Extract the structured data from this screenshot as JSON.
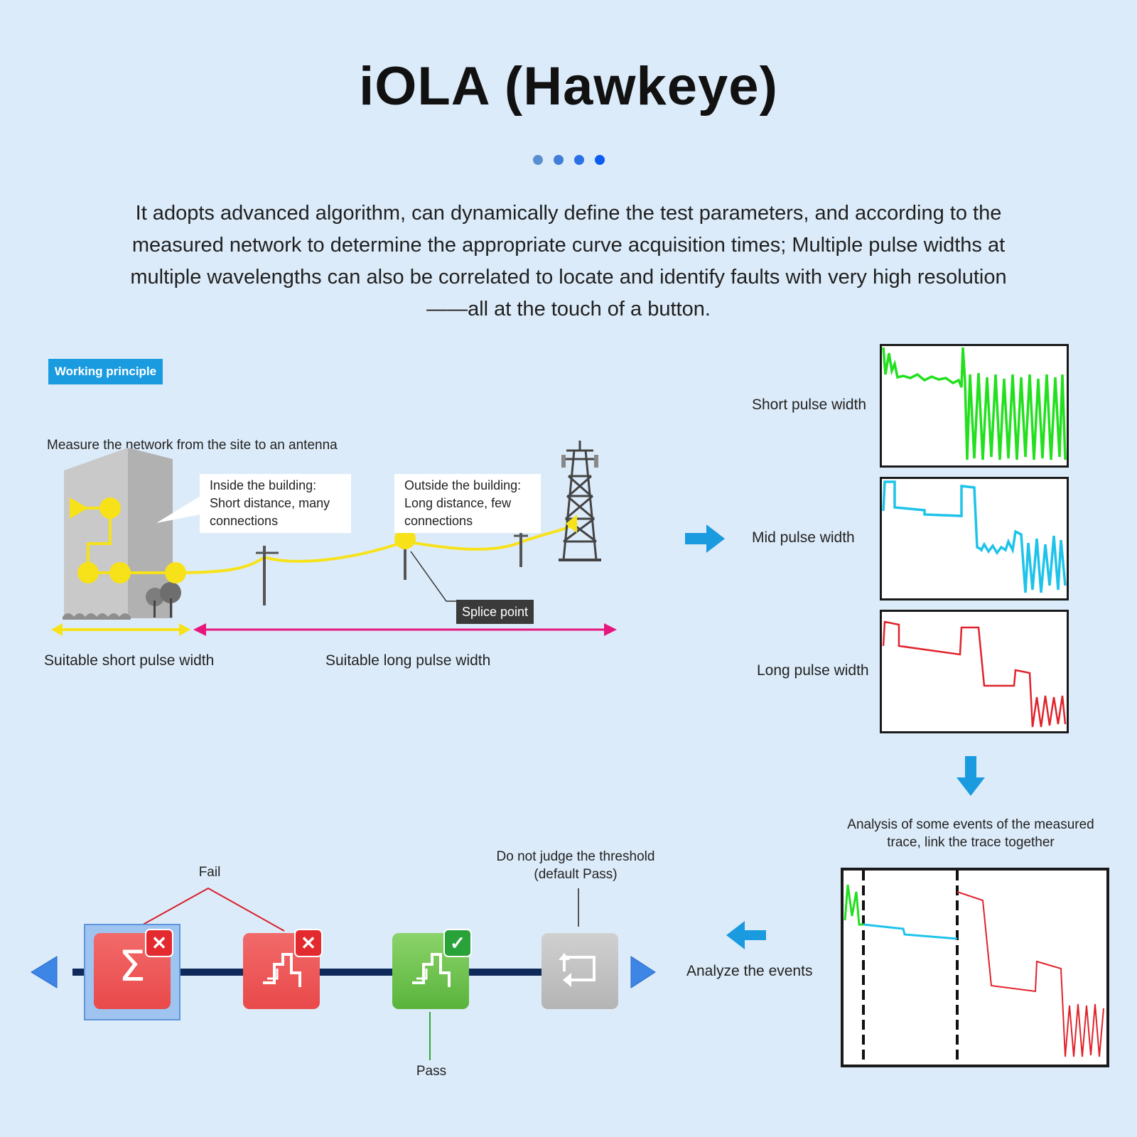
{
  "header": {
    "title": "iOLA (Hawkeye)",
    "dots": [
      "#5a8fcf",
      "#3f7fd9",
      "#2b70e6",
      "#0a5df2"
    ],
    "intro": "It adopts advanced algorithm, can dynamically define the test parameters, and according to the measured network to determine the appropriate curve acquisition times; Multiple pulse widths at multiple wavelengths can also be correlated to locate and identify faults with very high resolution ——all at the touch of a button."
  },
  "principle": {
    "badge": "Working principle",
    "measure_label": "Measure the network from the site to an antenna",
    "inside_callout": "Inside the building: Short distance, many connections",
    "outside_callout": "Outside the building: Long distance, few connections",
    "splice_label": "Splice point",
    "short_range_label": "Suitable short pulse width",
    "long_range_label": "Suitable long pulse width"
  },
  "traces": {
    "short_label": "Short pulse width",
    "mid_label": "Mid pulse width",
    "long_label": "Long pulse width",
    "colors": {
      "short": "#22e01e",
      "mid": "#1ec3ea",
      "long": "#e0232b"
    },
    "analysis_caption": "Analysis of some events of the measured trace, link the trace together",
    "analyze_label": "Analyze the events"
  },
  "events": {
    "fail_label": "Fail",
    "pass_label": "Pass",
    "threshold_label": "Do not judge the threshold (default Pass)",
    "fail_symbol": "✕",
    "pass_symbol": "✓",
    "sigma_symbol": "Σ"
  },
  "colors": {
    "background": "#dcebf9",
    "accent_blue": "#1a9be0",
    "yellow": "#f7e21a",
    "magenta": "#e6167d",
    "fail_red": "#e9494a",
    "pass_green": "#59b43b",
    "line_navy": "#0f2a5a"
  }
}
